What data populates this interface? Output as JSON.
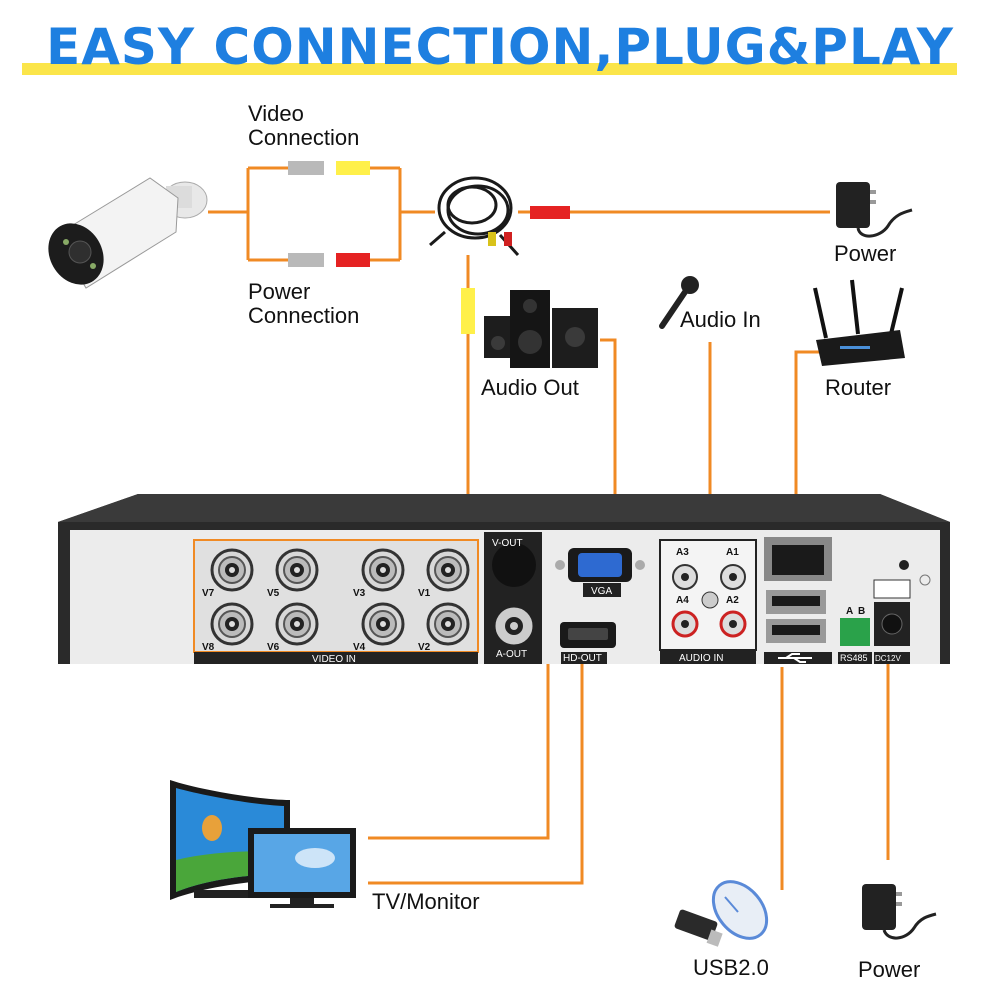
{
  "title": "EASY CONNECTION,PLUG&PLAY",
  "labels": {
    "video_connection": "Video\nConnection",
    "power_connection": "Power\nConnection",
    "power_top": "Power",
    "audio_out": "Audio Out",
    "audio_in": "Audio In",
    "router": "Router",
    "tv_monitor": "TV/Monitor",
    "usb": "USB2.0",
    "power_bottom": "Power"
  },
  "ports": {
    "video_in": [
      "V7",
      "V5",
      "V3",
      "V1",
      "V8",
      "V6",
      "V4",
      "V2"
    ],
    "video_in_label": "VIDEO IN",
    "v_out": "V-OUT",
    "a_out": "A-OUT",
    "vga": "VGA",
    "hd_out": "HD-OUT",
    "audio_in_ports": [
      "A3",
      "A1",
      "A4",
      "A2"
    ],
    "audio_in_label": "AUDIO IN",
    "rs485": "RS485",
    "rs485_ab": [
      "A",
      "B"
    ],
    "dc": "DC12V"
  },
  "colors": {
    "title": "#1e7fe0",
    "highlight": "#fbe54a",
    "wire": "#f08a24",
    "dvr_body": "#2b2b2b",
    "panel": "#ececec"
  },
  "icons": [
    "camera-icon",
    "cable-icon",
    "power-adapter-icon",
    "speaker-icon",
    "microphone-icon",
    "router-icon",
    "monitor-icon",
    "usb-stick-icon",
    "mouse-icon"
  ]
}
